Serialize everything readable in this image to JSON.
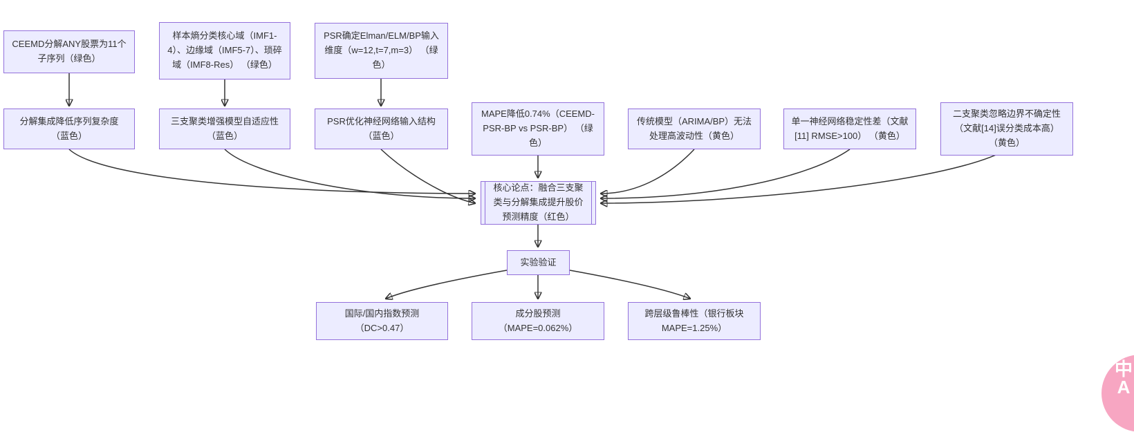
{
  "palette": {
    "node_fill": "#ECECFF",
    "node_border": "#9370DB",
    "text": "#333333",
    "arrow": "#333333",
    "badge_pink": "#f7a6c2",
    "badge_text": "#ffffff"
  },
  "flowchart": {
    "top_row": [
      {
        "label": "CEEMD分解ANY股票为11个子序列（绿色）"
      },
      {
        "label": "样本熵分类核心域（IMF1-4）、边缘域（IMF5-7）、琐碎域（IMF8-Res） （绿色）"
      },
      {
        "label": "PSR确定Elman/ELM/BP输入维度（w=12,t=7,m=3） （绿色）"
      }
    ],
    "mid_row": [
      {
        "label": "分解集成降低序列复杂度（蓝色）"
      },
      {
        "label": "三支聚类增强模型自适应性（蓝色）"
      },
      {
        "label": "PSR优化神经网络输入结构（蓝色）"
      },
      {
        "label": "MAPE降低0.74%（CEEMD-PSR-BP vs PSR-BP） （绿色）"
      },
      {
        "label": "传统模型（ARIMA/BP）无法处理高波动性（黄色）"
      },
      {
        "label": "单一神经网络稳定性差（文献[11] RMSE>100） （黄色）"
      },
      {
        "label": "二支聚类忽略边界不确定性（文献[14]误分类成本高） （黄色）"
      }
    ],
    "core_node": {
      "label": "核心论点：融合三支聚类与分解集成提升股价预测精度（红色）"
    },
    "experiment_node": {
      "label": "实验验证"
    },
    "bottom_row": [
      {
        "label": "国际/国内指数预测（DC>0.47）"
      },
      {
        "label": "成分股预测（MAPE=0.062%）"
      },
      {
        "label": "跨层级鲁棒性（银行板块 MAPE=1.25%）"
      }
    ]
  },
  "translate_badge": {
    "label": "中A"
  }
}
